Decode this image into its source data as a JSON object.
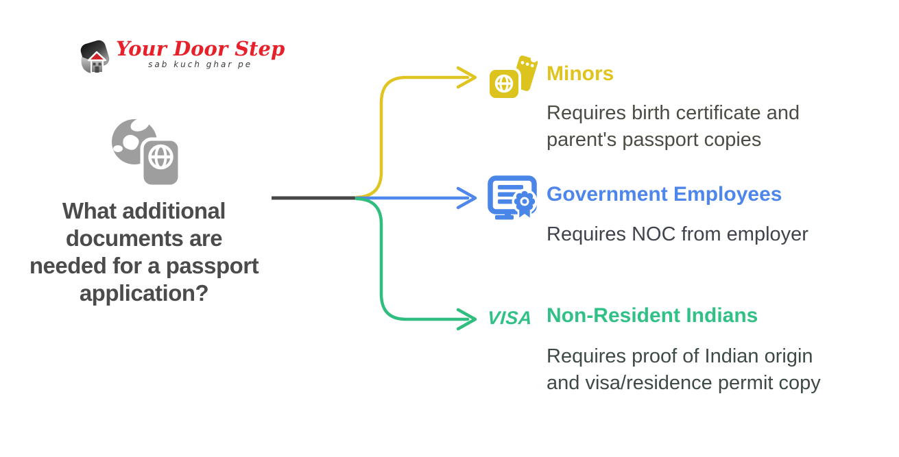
{
  "page": {
    "background": "#ffffff"
  },
  "logo": {
    "brand": "Your Door Step",
    "tagline": "sab kuch ghar pe",
    "brand_color": "#e62129",
    "icon": "house-logo-icon"
  },
  "question": {
    "text": "What additional\ndocuments are\nneeded for a passport\napplication?",
    "color": "#4b4b4b",
    "icon": "globe-passport-icon",
    "icon_color": "#9e9e9e"
  },
  "branches": [
    {
      "title": "Minors",
      "description": "Requires birth certificate and\nparent's passport copies",
      "color": "#e0c41d",
      "line_color": "#e0c522",
      "description_color": "#4c4c44",
      "icon": "passport-tickets-icon"
    },
    {
      "title": "Government Employees",
      "description": "Requires NOC from employer",
      "color": "#4e86ec",
      "line_color": "#4f87ed",
      "description_color": "#3f434c",
      "icon": "certificate-monitor-icon"
    },
    {
      "title": "Non-Resident Indians",
      "description": "Requires proof of Indian origin\nand visa/residence permit copy",
      "color": "#31c186",
      "line_color": "#2fbe7f",
      "description_color": "#3e4a45",
      "icon": "visa-text-icon",
      "icon_text": "VISA"
    }
  ],
  "connector": {
    "trunk_color": "#474747"
  }
}
